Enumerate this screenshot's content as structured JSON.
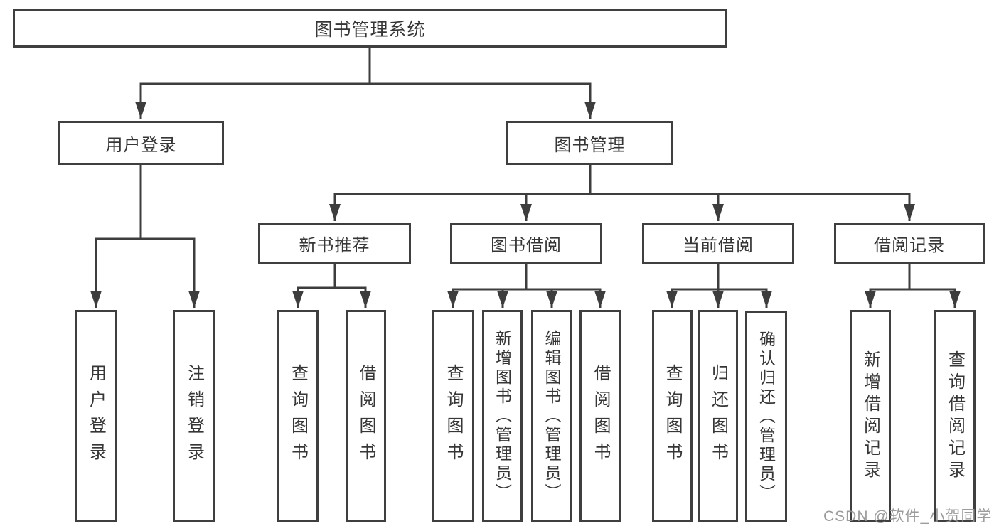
{
  "diagram": {
    "root": {
      "label": "图书管理系统"
    },
    "branches": [
      {
        "label": "用户登录",
        "children": [
          {
            "label": "用户登录"
          },
          {
            "label": "注销登录"
          }
        ]
      },
      {
        "label": "图书管理",
        "children": [
          {
            "label": "新书推荐",
            "children": [
              {
                "label": "查询图书"
              },
              {
                "label": "借阅图书"
              }
            ]
          },
          {
            "label": "图书借阅",
            "children": [
              {
                "label": "查询图书"
              },
              {
                "label": "新增图书（管理员）"
              },
              {
                "label": "编辑图书（管理员）"
              },
              {
                "label": "借阅图书"
              }
            ]
          },
          {
            "label": "当前借阅",
            "children": [
              {
                "label": "查询图书"
              },
              {
                "label": "归还图书"
              },
              {
                "label": "确认归还（管理员）"
              }
            ]
          },
          {
            "label": "借阅记录",
            "children": [
              {
                "label": "新增借阅记录"
              },
              {
                "label": "查询借阅记录"
              }
            ]
          }
        ]
      }
    ]
  },
  "watermark": {
    "text": "CSDN @软件_小贺同学"
  },
  "colors": {
    "line": "#3d3d3d",
    "text": "#363636",
    "box_bg": "#ffffff",
    "watermark": "#949494"
  }
}
